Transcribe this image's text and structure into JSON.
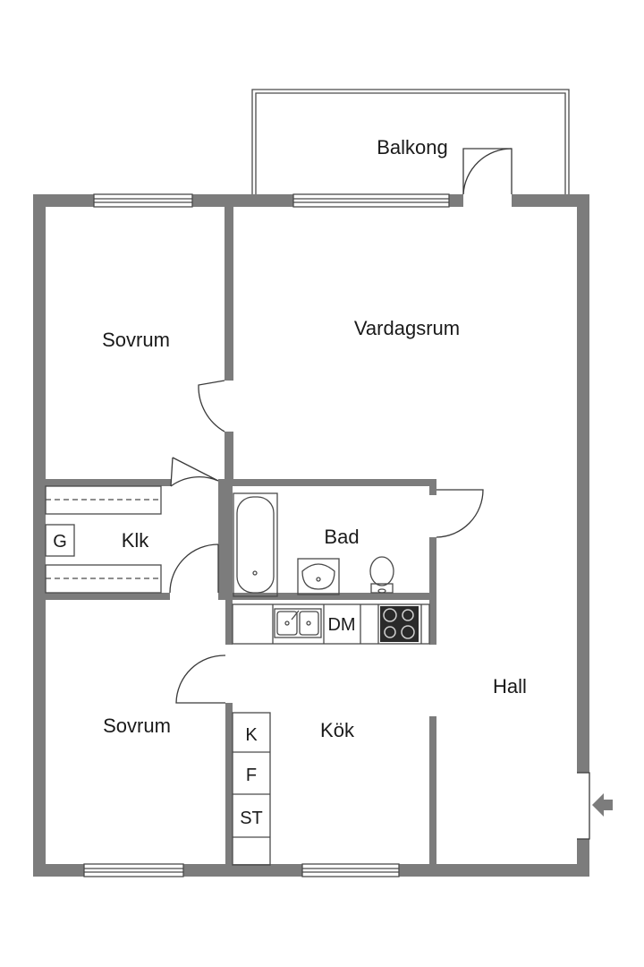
{
  "rooms": {
    "balkong": "Balkong",
    "vardagsrum": "Vardagsrum",
    "sovrum_top": "Sovrum",
    "sovrum_bottom": "Sovrum",
    "klk": "Klk",
    "bad": "Bad",
    "kok": "Kök",
    "hall": "Hall"
  },
  "fixtures": {
    "g": "G",
    "dm": "DM",
    "k": "K",
    "f": "F",
    "st": "ST"
  },
  "icons": [
    "entrance-arrow-icon",
    "bathtub-icon",
    "washbasin-icon",
    "toilet-icon",
    "sink-icon",
    "stove-icon"
  ],
  "colors": {
    "wall": "#7c7c7c",
    "line": "#4a4a4a",
    "stove": "#2a2a2a"
  }
}
